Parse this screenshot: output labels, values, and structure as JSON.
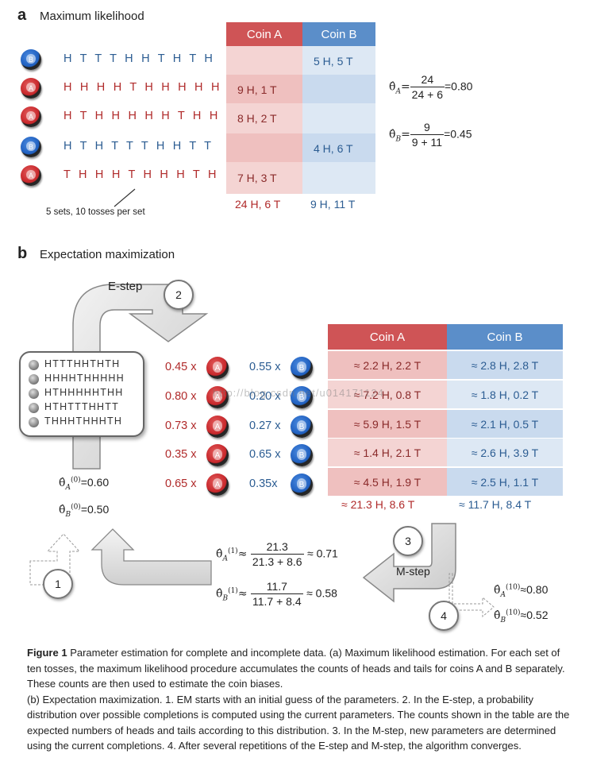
{
  "panel_a": {
    "letter": "a",
    "title": "Maximum likelihood",
    "col_a": "Coin A",
    "col_b": "Coin B",
    "rows": [
      {
        "coin": "B",
        "seq": "H T T T H H T H T H",
        "a": "",
        "b": "5 H, 5 T"
      },
      {
        "coin": "A",
        "seq": "H H H H T H H H H H",
        "a": "9 H, 1 T",
        "b": ""
      },
      {
        "coin": "A",
        "seq": "H T H H H H H T H H",
        "a": "8 H, 2 T",
        "b": ""
      },
      {
        "coin": "B",
        "seq": "H T H T T T H H T T",
        "a": "",
        "b": "4 H, 6 T"
      },
      {
        "coin": "A",
        "seq": "T H H H T H H H T H",
        "a": "7 H, 3 T",
        "b": ""
      }
    ],
    "coin_letters": [
      "B",
      "A",
      "A",
      "B",
      "A"
    ],
    "total_a": "24 H, 6 T",
    "total_b": "9 H, 11 T",
    "note": "5 sets, 10 tosses per set",
    "theta_a": {
      "lhs": "θ̂",
      "sub": "A",
      "num": "24",
      "den": "24 + 6",
      "result": "=0.80"
    },
    "theta_b": {
      "lhs": "θ̂",
      "sub": "B",
      "num": "9",
      "den": "9 + 11",
      "result": "=0.45"
    }
  },
  "panel_b": {
    "letter": "b",
    "title": "Expectation maximization",
    "estep_label": "E-step",
    "mstep_label": "M-step",
    "steps": [
      "1",
      "2",
      "3",
      "4"
    ],
    "box_seqs": [
      "HTTTHHTHTH",
      "HHHHTHHHHH",
      "HTHHHHHTHH",
      "HTHTTTHHTT",
      "THHHTHHHTH"
    ],
    "col_a": "Coin A",
    "col_b": "Coin B",
    "rows": [
      {
        "wa": "0.45 x",
        "wb": "0.55 x",
        "a": "≈ 2.2 H, 2.2 T",
        "b": "≈ 2.8 H, 2.8 T"
      },
      {
        "wa": "0.80 x",
        "wb": "0.20 x",
        "a": "≈ 7.2 H, 0.8 T",
        "b": "≈ 1.8 H, 0.2 T"
      },
      {
        "wa": "0.73 x",
        "wb": "0.27 x",
        "a": "≈ 5.9 H, 1.5 T",
        "b": "≈ 2.1 H, 0.5 T"
      },
      {
        "wa": "0.35 x",
        "wb": "0.65 x",
        "a": "≈ 1.4 H, 2.1 T",
        "b": "≈ 2.6 H, 3.9 T"
      },
      {
        "wa": "0.65 x",
        "wb": "0.35x",
        "a": "≈ 4.5 H, 1.9 T",
        "b": "≈ 2.5 H, 1.1 T"
      }
    ],
    "total_a": "≈ 21.3 H, 8.6 T",
    "total_b": "≈ 11.7 H, 8.4 T",
    "init_a": "=0.60",
    "init_b": "=0.50",
    "sup0": "(0)",
    "sup1": "(1)",
    "sup10": "(10)",
    "upd_a": {
      "num": "21.3",
      "den": "21.3 + 8.6",
      "result": "≈ 0.71"
    },
    "upd_b": {
      "num": "11.7",
      "den": "11.7 + 8.4",
      "result": "≈ 0.58"
    },
    "final_a": "≈0.80",
    "final_b": "≈0.52",
    "coin_a_letter": "A",
    "coin_b_letter": "B"
  },
  "watermark": "http://blog.csdn.net/u014171124",
  "caption": {
    "label": "Figure 1",
    "p1": "Parameter estimation for complete and incomplete data. (a) Maximum likelihood estimation. For each set of ten tosses, the maximum likelihood procedure accumulates the counts of heads and tails for coins A and B separately. These counts are then used to estimate the coin biases.",
    "p2": "(b) Expectation maximization. 1. EM starts with an initial guess of the parameters. 2. In the E-step, a probability distribution over possible completions is computed using the current parameters. The counts shown in the table are the expected numbers of heads and tails according to this distribution. 3. In the M-step, new parameters are determined using the current completions. 4. After several repetitions of the E-step and M-step, the algorithm converges."
  },
  "colors": {
    "coin_a": "#c7262a",
    "coin_b": "#1f5fbf",
    "header_a": "#cf5456",
    "header_b": "#5b8ec9"
  }
}
